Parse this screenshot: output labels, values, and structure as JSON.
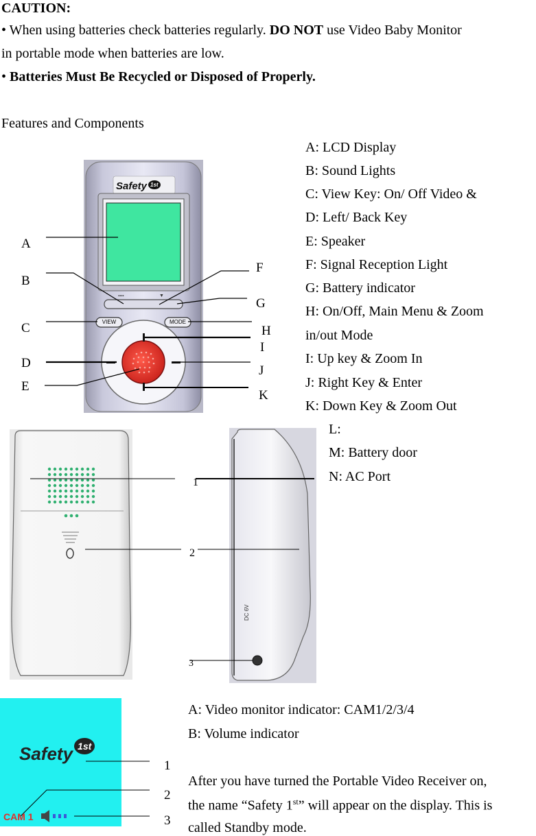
{
  "caution": {
    "heading": "CAUTION:",
    "bullet1_pre": "• When using batteries check batteries regularly. ",
    "bullet1_bold": "DO NOT",
    "bullet1_post": " use Video Baby Monitor",
    "bullet1_line2": "in portable mode when batteries are low.",
    "bullet2_dot": "• ",
    "bullet2_bold": "Batteries Must Be Recycled or Disposed of Properly."
  },
  "section_title": "Features and Components",
  "front_features": [
    "A: LCD Display",
    "B: Sound Lights",
    "C: View Key: On/ Off Video &",
    "D: Left/ Back Key",
    "E: Speaker",
    "F: Signal Reception Light",
    "G: Battery indicator",
    "H: On/Off, Main Menu & Zoom",
    "in/out Mode",
    "I: Up key & Zoom In",
    "J: Right Key & Enter",
    "K: Down Key & Zoom Out"
  ],
  "back_features": [
    "L:",
    "M: Battery door",
    "N: AC Port"
  ],
  "front_callouts_left": [
    "A",
    "B",
    "C",
    "D",
    "E"
  ],
  "front_callouts_right": [
    "F",
    "G",
    "H",
    "I",
    "J",
    "K"
  ],
  "back_callouts": [
    "1",
    "2",
    "3"
  ],
  "device": {
    "brand": "Safety",
    "brand_sup": "1st",
    "view_key": "VIEW",
    "mode_key": "MODE",
    "side_text": "DC 6V"
  },
  "screen": {
    "brand": "Safety",
    "brand_sup": "1st",
    "cam_label": "CAM 1",
    "callouts": [
      "1",
      "2",
      "3"
    ],
    "bg": "#22f0f0",
    "cam_color": "#e0302a"
  },
  "display_info": {
    "line1": "A: Video monitor indicator: CAM1/2/3/4",
    "line2": "B: Volume indicator",
    "p1_line1": "After you have turned the Portable Video Receiver on,",
    "p1_line2_pre": "the name “Safety 1",
    "p1_line2_sup": "st",
    "p1_line2_post": "” will appear on the display. This is",
    "p1_line3": "called Standby mode."
  }
}
